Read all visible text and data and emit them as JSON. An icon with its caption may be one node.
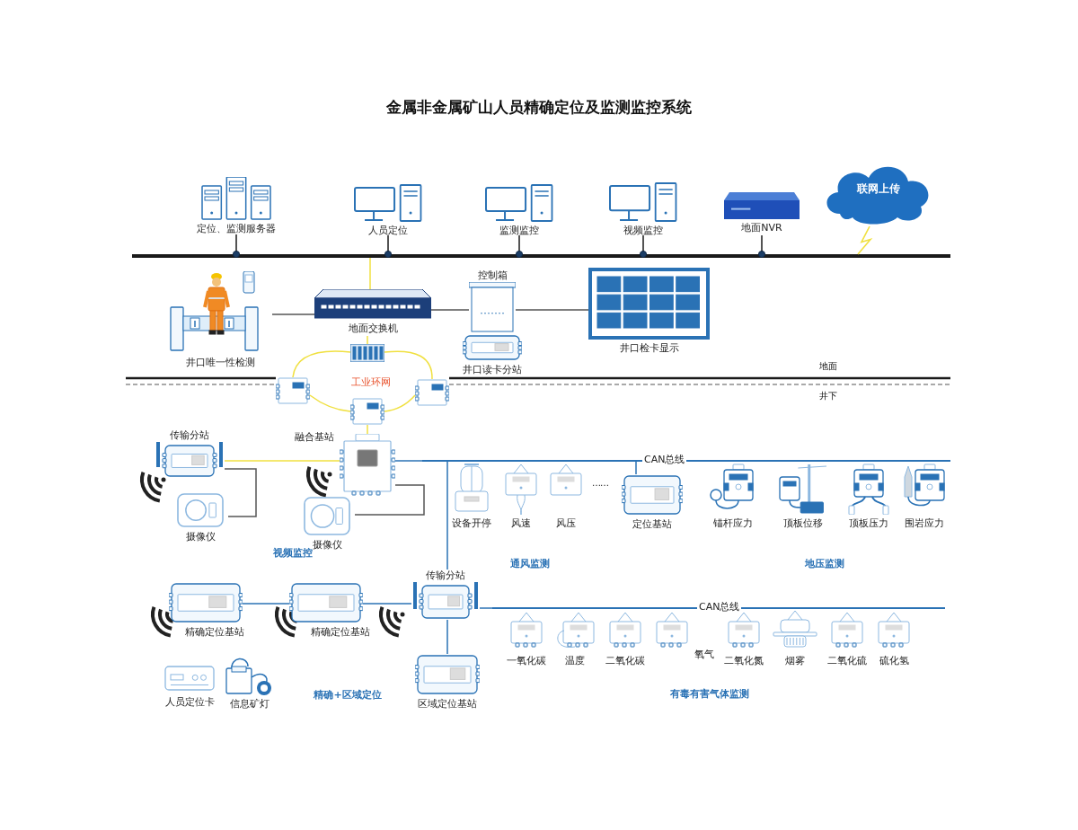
{
  "diagram": {
    "title": "金属非金属矿山人员精确定位及监测监控系统",
    "nodes": [
      {
        "text": [
          "定位、监测服务器"
        ]
      },
      {
        "text": [
          "人员定位"
        ]
      },
      {
        "text": [
          "监测监控"
        ]
      },
      {
        "text": [
          "视频监控"
        ]
      },
      {
        "text": [
          "地面NVR"
        ]
      },
      {
        "text": [
          "联网上传"
        ]
      },
      {
        "text": [],
        "shape": "bar"
      },
      {
        "text": [
          "井口唯一性检测"
        ]
      },
      {
        "text": [
          "地面交换机"
        ]
      },
      {
        "text": [
          "控制箱"
        ]
      },
      {
        "text": [
          "井口读卡分站"
        ]
      },
      {
        "text": [
          "井口检卡显示"
        ]
      },
      {
        "text": [],
        "shape": "picture"
      },
      {
        "text": [],
        "shape": "picture"
      },
      {
        "text": [],
        "shape": "picture"
      },
      {
        "text": [],
        "shape": "picture"
      },
      {
        "text": [
          "融合基站"
        ]
      },
      {
        "text": [
          "传输分站"
        ]
      },
      {
        "text": [
          "摄像仪"
        ]
      },
      {
        "text": [
          "摄像仪"
        ]
      },
      {
        "text": [
          "CAN总线"
        ]
      },
      {
        "text": [
          "设备开停"
        ]
      },
      {
        "text": [
          "风速"
        ]
      },
      {
        "text": [
          "风压"
        ]
      },
      {
        "text": [
          "定位基站"
        ]
      },
      {
        "text": [
          "锚杆应力"
        ]
      },
      {
        "text": [
          "顶板位移"
        ]
      },
      {
        "text": [
          "顶板压力"
        ]
      },
      {
        "text": [
          "围岩应力"
        ]
      },
      {
        "text": [
          "传输分站"
        ]
      },
      {
        "text": [
          "CAN总线"
        ]
      },
      {
        "text": [
          "精确定位基站"
        ]
      },
      {
        "text": [
          "精确定位基站"
        ]
      },
      {
        "text": [
          "区域定位基站"
        ]
      },
      {
        "text": [
          "一氧化碳"
        ]
      },
      {
        "text": [
          "温度"
        ]
      },
      {
        "text": [
          "二氧化碳"
        ]
      },
      {
        "text": [
          "氧气"
        ]
      },
      {
        "text": [
          "二氧化氮"
        ]
      },
      {
        "text": [
          "烟雾"
        ]
      },
      {
        "text": [
          "二氧化硫"
        ]
      },
      {
        "text": [
          "硫化氢"
        ]
      },
      {
        "text": [
          "人员定位卡"
        ]
      },
      {
        "text": [
          "信息矿灯"
        ]
      }
    ],
    "edges": [
      {
        "from": 0,
        "to": 6,
        "arrow": "other",
        "color": "#1a1a1a"
      },
      {
        "from": 1,
        "to": 6,
        "arrow": "other",
        "color": "#1a1a1a"
      },
      {
        "from": 2,
        "to": 6,
        "arrow": "other",
        "color": "#1a1a1a"
      },
      {
        "from": 3,
        "to": 6,
        "arrow": "other",
        "color": "#1a1a1a"
      },
      {
        "from": 4,
        "to": 6,
        "arrow": "other",
        "color": "#1a1a1a"
      },
      {
        "from": 5,
        "to": 6,
        "arrow": "none"
      },
      {
        "from": 8,
        "to": 6,
        "arrow": "none"
      },
      {
        "from": 7,
        "to": 8,
        "arrow": "none",
        "color": "#555555"
      },
      {
        "from": 8,
        "to": 9,
        "arrow": "none",
        "color": "#555555"
      },
      {
        "from": 9,
        "to": 11,
        "arrow": "none",
        "color": "#555555"
      },
      {
        "from": 8,
        "to": 12,
        "arrow": "none"
      },
      {
        "from": 12,
        "to": 13,
        "arrow": "none"
      },
      {
        "from": 12,
        "to": 14,
        "arrow": "none"
      },
      {
        "from": 13,
        "to": 15,
        "arrow": "none"
      },
      {
        "from": 14,
        "to": 15,
        "arrow": "none"
      },
      {
        "from": 15,
        "to": 16,
        "arrow": "none"
      },
      {
        "from": 17,
        "to": 16,
        "arrow": "none"
      },
      {
        "from": 17,
        "to": 18,
        "arrow": "none",
        "color": "#555555"
      },
      {
        "from": 16,
        "to": 19,
        "arrow": "none",
        "color": "#555555"
      },
      {
        "from": 16,
        "to": 20,
        "arrow": "none",
        "color": "#2a72b5"
      },
      {
        "from": 20,
        "to": 24,
        "arrow": "none",
        "color": "#2a72b5"
      },
      {
        "from": 20,
        "to": 29,
        "arrow": "none",
        "color": "#2a72b5"
      },
      {
        "from": 29,
        "to": 30,
        "arrow": "none",
        "color": "#2a72b5"
      },
      {
        "from": 29,
        "to": 31,
        "arrow": "none",
        "color": "#2a72b5"
      },
      {
        "from": 31,
        "to": 32,
        "arrow": "none",
        "color": "#2a72b5"
      },
      {
        "from": 29,
        "to": 33,
        "arrow": "none",
        "color": "#2a72b5"
      }
    ],
    "labels": [
      "工业环网",
      "地面",
      "井下",
      "……",
      "视频监控",
      "通风监测",
      "地压监测",
      "精确+区域定位",
      "有毒有害气体监测"
    ]
  }
}
